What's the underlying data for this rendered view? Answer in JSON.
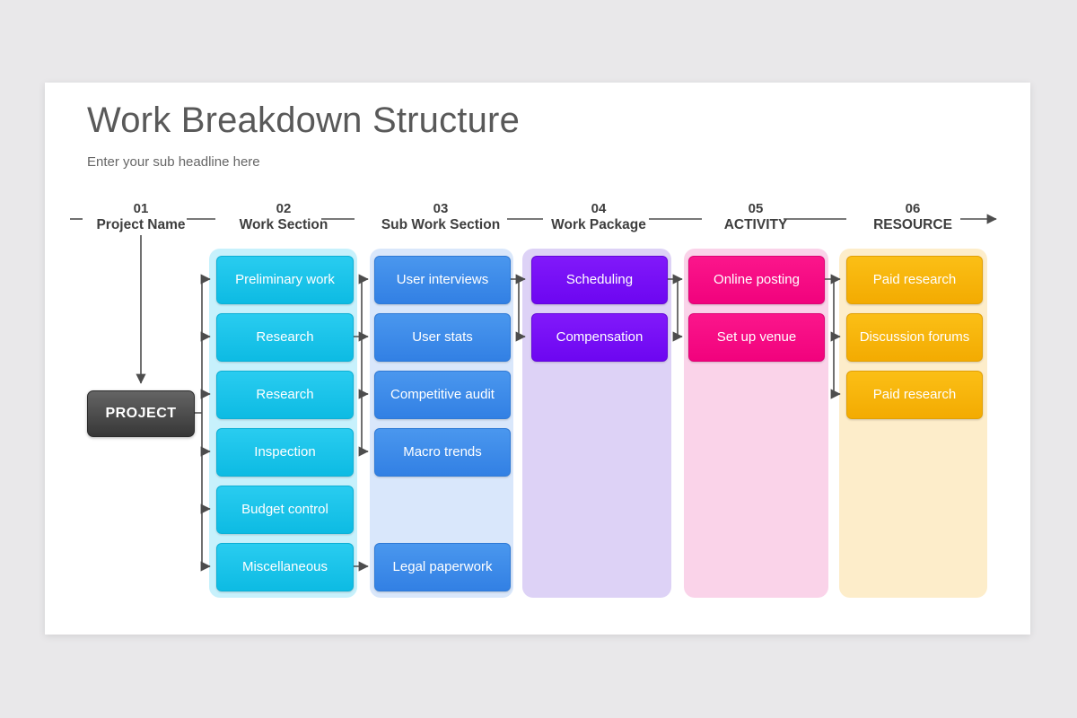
{
  "page": {
    "title": "Work Breakdown Structure",
    "subtitle": "Enter your sub headline here",
    "background_color": "#e9e8ea",
    "card_color": "#ffffff",
    "title_color": "#595959",
    "connector_color": "#4d4d4d"
  },
  "header": {
    "steps": [
      {
        "num": "01",
        "label": "Project Name"
      },
      {
        "num": "02",
        "label": "Work Section"
      },
      {
        "num": "03",
        "label": "Sub Work Section"
      },
      {
        "num": "04",
        "label": "Work Package"
      },
      {
        "num": "05",
        "label": "ACTIVITY"
      },
      {
        "num": "06",
        "label": "RESOURCE"
      }
    ]
  },
  "project": {
    "label": "PROJECT",
    "color_top": "#646464",
    "color_bottom": "#373737"
  },
  "columns": [
    {
      "id": "work-section",
      "accent": "#15c4ea",
      "container_color": "#c7f1fc",
      "items": [
        "Preliminary work",
        "Research",
        "Research",
        "Inspection",
        "Budget control",
        "Miscellaneous"
      ]
    },
    {
      "id": "sub-work-section",
      "accent": "#3d8bea",
      "container_color": "#d9e7fb",
      "items": [
        "User interviews",
        "User stats",
        "Competitive audit",
        "Macro trends",
        "Legal paperwork"
      ]
    },
    {
      "id": "work-package",
      "accent": "#7710f8",
      "container_color": "#ddd2f6",
      "items": [
        "Scheduling",
        "Compensation"
      ]
    },
    {
      "id": "activity",
      "accent": "#f70a84",
      "container_color": "#fad3e9",
      "items": [
        "Online posting",
        "Set up venue"
      ]
    },
    {
      "id": "resource",
      "accent": "#f7b30a",
      "container_color": "#fdedca",
      "items": [
        "Paid research",
        "Discussion forums",
        "Paid research"
      ]
    }
  ]
}
